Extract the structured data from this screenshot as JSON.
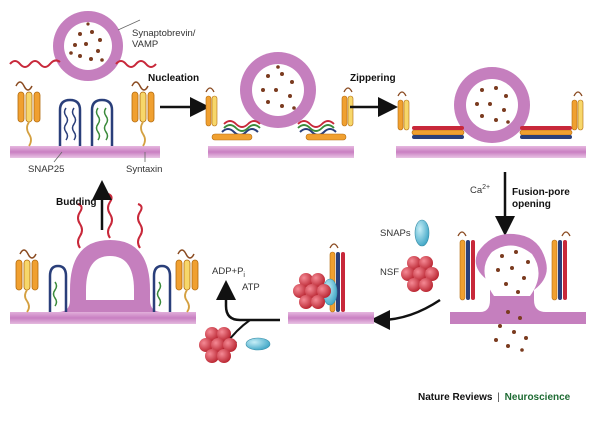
{
  "labels": {
    "synaptobrevin": "Synaptobrevin/",
    "vamp": "VAMP",
    "snap25": "SNAP25",
    "syntaxin": "Syntaxin",
    "snaps": "SNAPs",
    "nsf": "NSF",
    "adp": "ADP+P",
    "adp_sub": "i",
    "atp": "ATP",
    "ca": "Ca",
    "ca_sup": "2+"
  },
  "steps": {
    "nucleation": "Nucleation",
    "zippering": "Zippering",
    "fusion_pore_line1": "Fusion-pore",
    "fusion_pore_line2": "opening",
    "budding": "Budding"
  },
  "credit": {
    "journal": "Nature Reviews",
    "separator": "|",
    "field": "Neuroscience"
  },
  "colors": {
    "membrane": "#c97fc2",
    "vesicle": "#c57fbe",
    "vesicle_lumen": "#ffffff",
    "cargo": "#7a3b1f",
    "syntaxin_orange": "#f0a030",
    "syntaxin_yellow": "#f7d76a",
    "synaptobrevin_red": "#c8283a",
    "snap25_green": "#3a8a3a",
    "snap25_blue": "#2a3f7a",
    "nsf_red": "#d9384a",
    "snaps_cyan": "#5fbfd8",
    "credit_green": "#1e6b33"
  }
}
